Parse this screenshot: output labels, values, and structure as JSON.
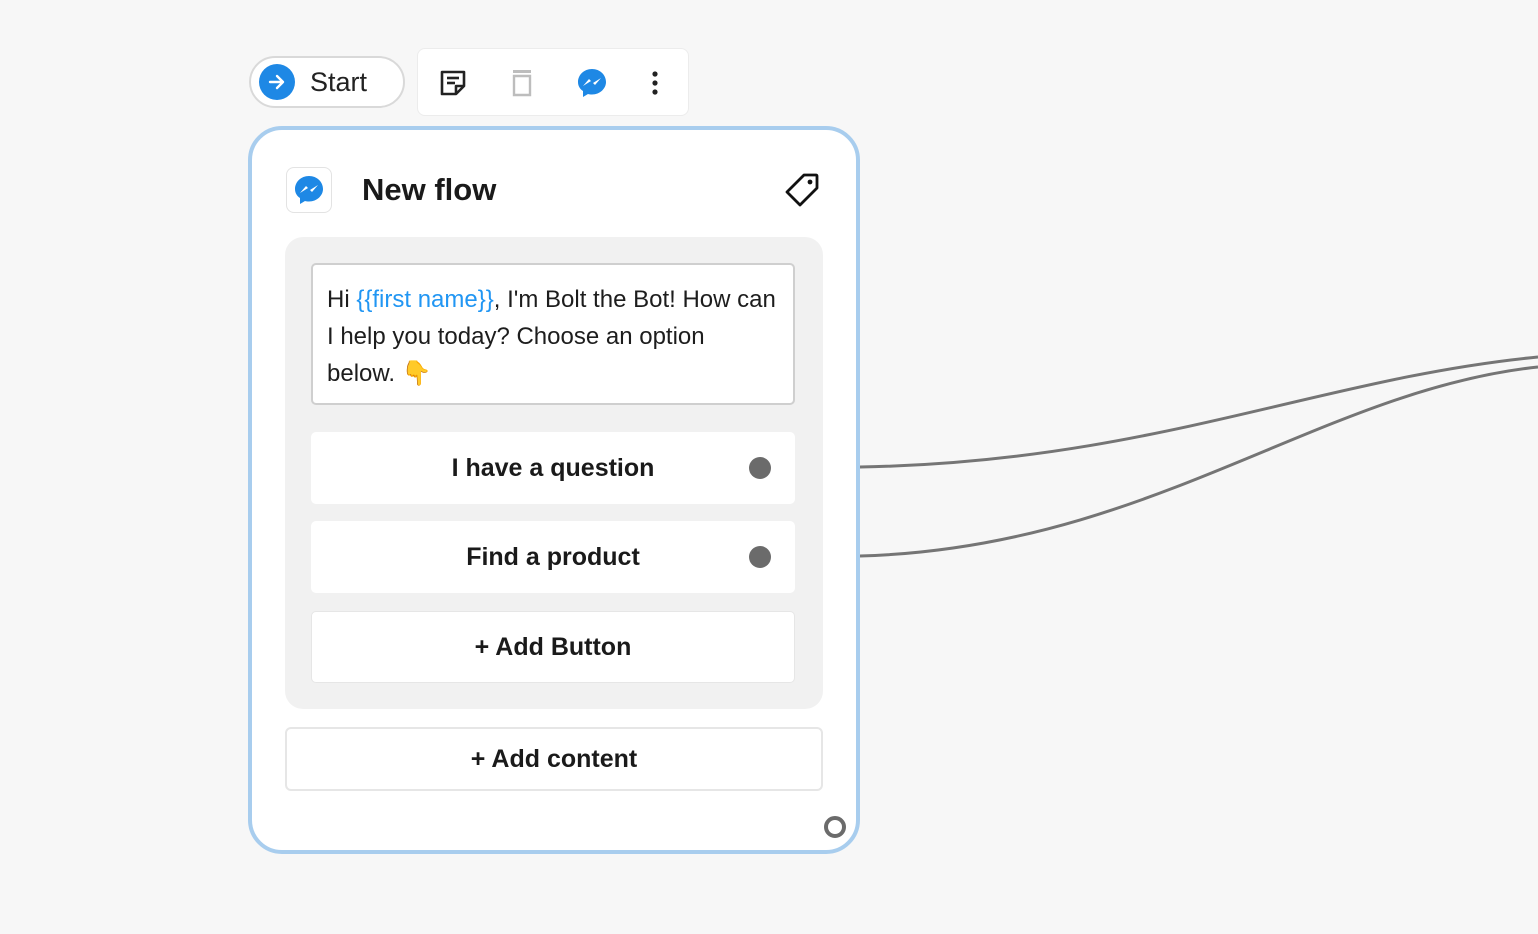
{
  "start": {
    "label": "Start",
    "icon": "arrow-right-icon"
  },
  "toolbar": {
    "icons": [
      "note-icon",
      "trash-icon",
      "messenger-icon",
      "more-vertical-icon"
    ]
  },
  "flow": {
    "title": "New flow",
    "channel_icon": "messenger-icon",
    "tag_icon": "tag-icon",
    "message": {
      "prefix": "Hi ",
      "variable": "{{first name}}",
      "suffix": ", I'm Bolt the Bot! How can I help you today? Choose an option below. ",
      "emoji": "👇"
    },
    "buttons": [
      {
        "label": "I have a question"
      },
      {
        "label": "Find a product"
      }
    ],
    "add_button_label": "+ Add Button",
    "add_content_label": "+ Add content"
  },
  "colors": {
    "accent": "#1e88e5",
    "card_border": "#a8cdee",
    "connector": "#757575",
    "variable": "#2196f3"
  }
}
